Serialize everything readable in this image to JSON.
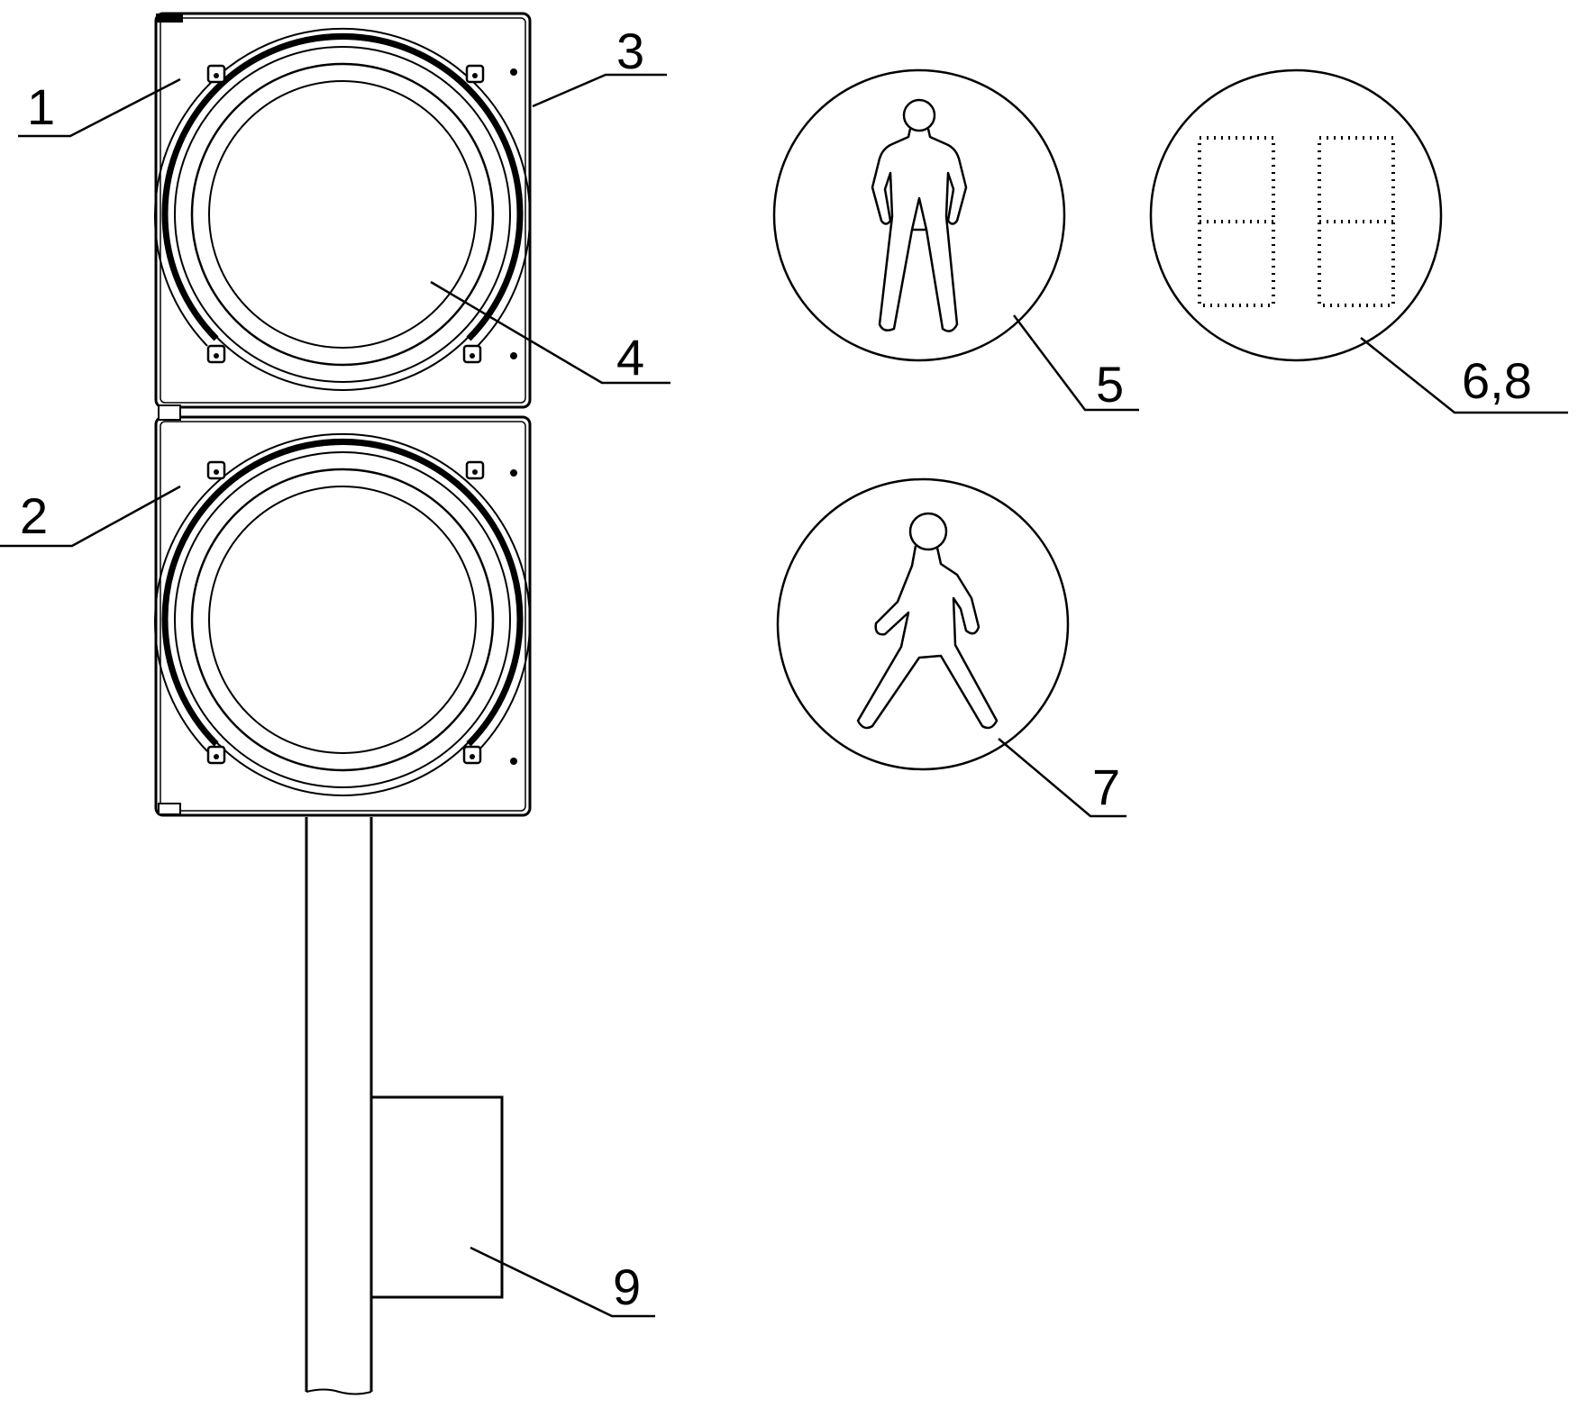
{
  "callouts": {
    "c1": "1",
    "c2": "2",
    "c3": "3",
    "c4": "4",
    "c5": "5",
    "c68": "6,8",
    "c7": "7",
    "c9": "9"
  },
  "colors": {
    "ink": "#000000",
    "paper": "#ffffff"
  }
}
